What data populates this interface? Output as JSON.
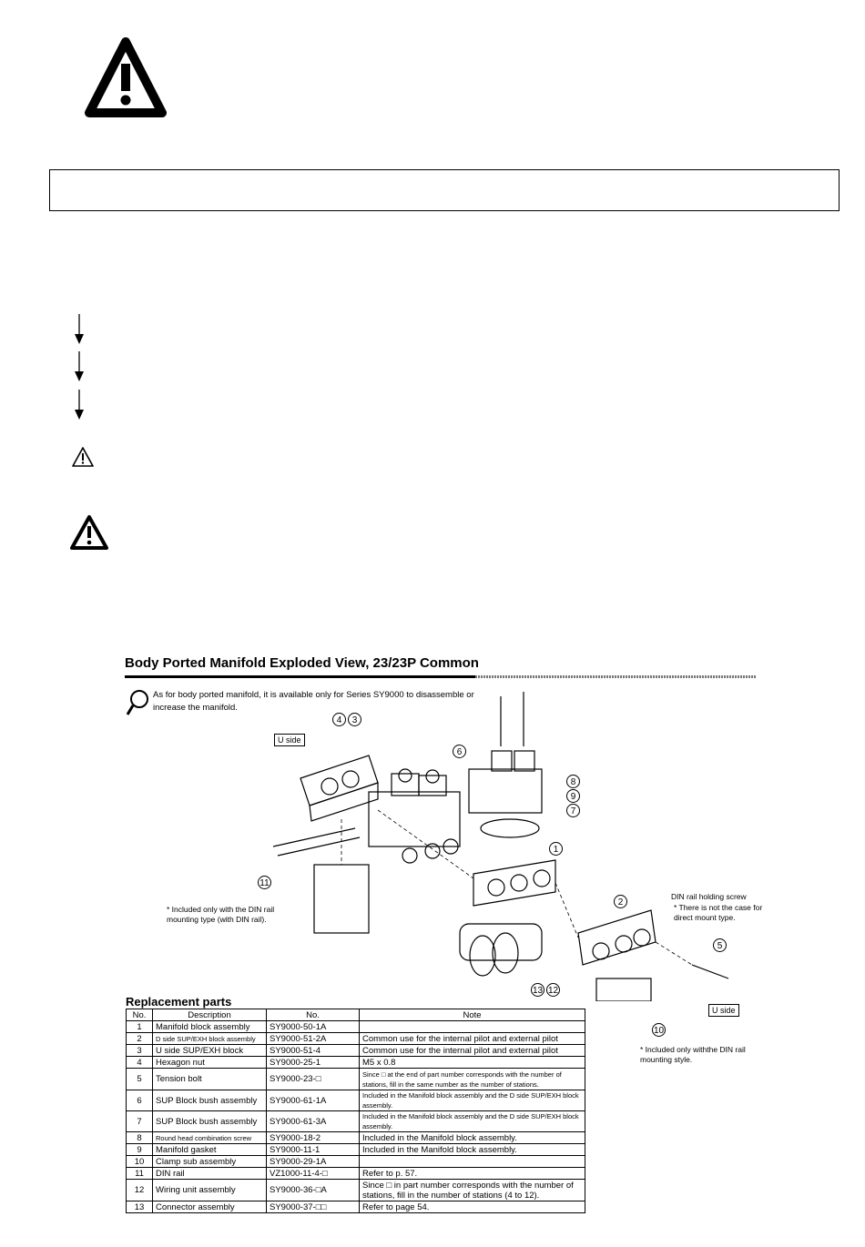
{
  "exploded_view": {
    "title": "Body Ported Manifold Exploded View, 23/23P Common",
    "intro": "As for body ported manifold, it is available only for Series SY9000 to disassemble or increase the manifold.",
    "u_side_label_top": "U side",
    "u_side_label_right": "U side",
    "din_note_left": "* Included only with the DIN rail mounting type (with DIN rail).",
    "din_holding_label": "DIN rail holding screw",
    "din_holding_note": "* There is not the case for direct mount type.",
    "din_note_right": "* Included only withthe DIN rail mounting style.",
    "callouts": [
      "4",
      "3",
      "6",
      "8",
      "9",
      "7",
      "1",
      "11",
      "2",
      "5",
      "13",
      "12",
      "10"
    ]
  },
  "replacement_parts": {
    "heading": "Replacement parts",
    "columns": [
      "No.",
      "Description",
      "No.",
      "Note"
    ],
    "rows": [
      {
        "no": "1",
        "description": "Manifold block assembly",
        "part_no": "SY9000-50-1A",
        "note": ""
      },
      {
        "no": "2",
        "description": "D side SUP/EXH block assembly",
        "part_no": "SY9000-51-2A",
        "note": "Common use for the internal pilot and external pilot"
      },
      {
        "no": "3",
        "description": "U side SUP/EXH block",
        "part_no": "SY9000-51-4",
        "note": "Common use for the internal pilot and external pilot"
      },
      {
        "no": "4",
        "description": "Hexagon nut",
        "part_no": "SY9000-25-1",
        "note": "M5 x 0.8"
      },
      {
        "no": "5",
        "description": "Tension bolt",
        "part_no": "SY9000-23-□",
        "note": "Since □ at the end of part number corresponds with the number of stations, fill in the same number as the number of stations."
      },
      {
        "no": "6",
        "description": "SUP Block bush assembly",
        "part_no": "SY9000-61-1A",
        "note": "Included in the Manifold block assembly and the D side SUP/EXH block assembly."
      },
      {
        "no": "7",
        "description": "SUP Block bush assembly",
        "part_no": "SY9000-61-3A",
        "note": "Included in the Manifold block assembly and the D side SUP/EXH block assembly."
      },
      {
        "no": "8",
        "description": "Round head combination screw",
        "part_no": "SY9000-18-2",
        "note": "Included in the Manifold block assembly."
      },
      {
        "no": "9",
        "description": "Manifold gasket",
        "part_no": "SY9000-11-1",
        "note": "Included in the Manifold block assembly."
      },
      {
        "no": "10",
        "description": "Clamp sub assembly",
        "part_no": "SY9000-29-1A",
        "note": ""
      },
      {
        "no": "11",
        "description": "DIN rail",
        "part_no": "VZ1000-11-4-□",
        "note": "Refer to p. 57."
      },
      {
        "no": "12",
        "description": "Wiring unit assembly",
        "part_no": "SY9000-36-□A",
        "note": "Since □ in part number corresponds with the number of stations, fill in the number of stations (4 to 12)."
      },
      {
        "no": "13",
        "description": "Connector assembly",
        "part_no": "SY9000-37-□□",
        "note": "Refer to page 54."
      }
    ]
  }
}
